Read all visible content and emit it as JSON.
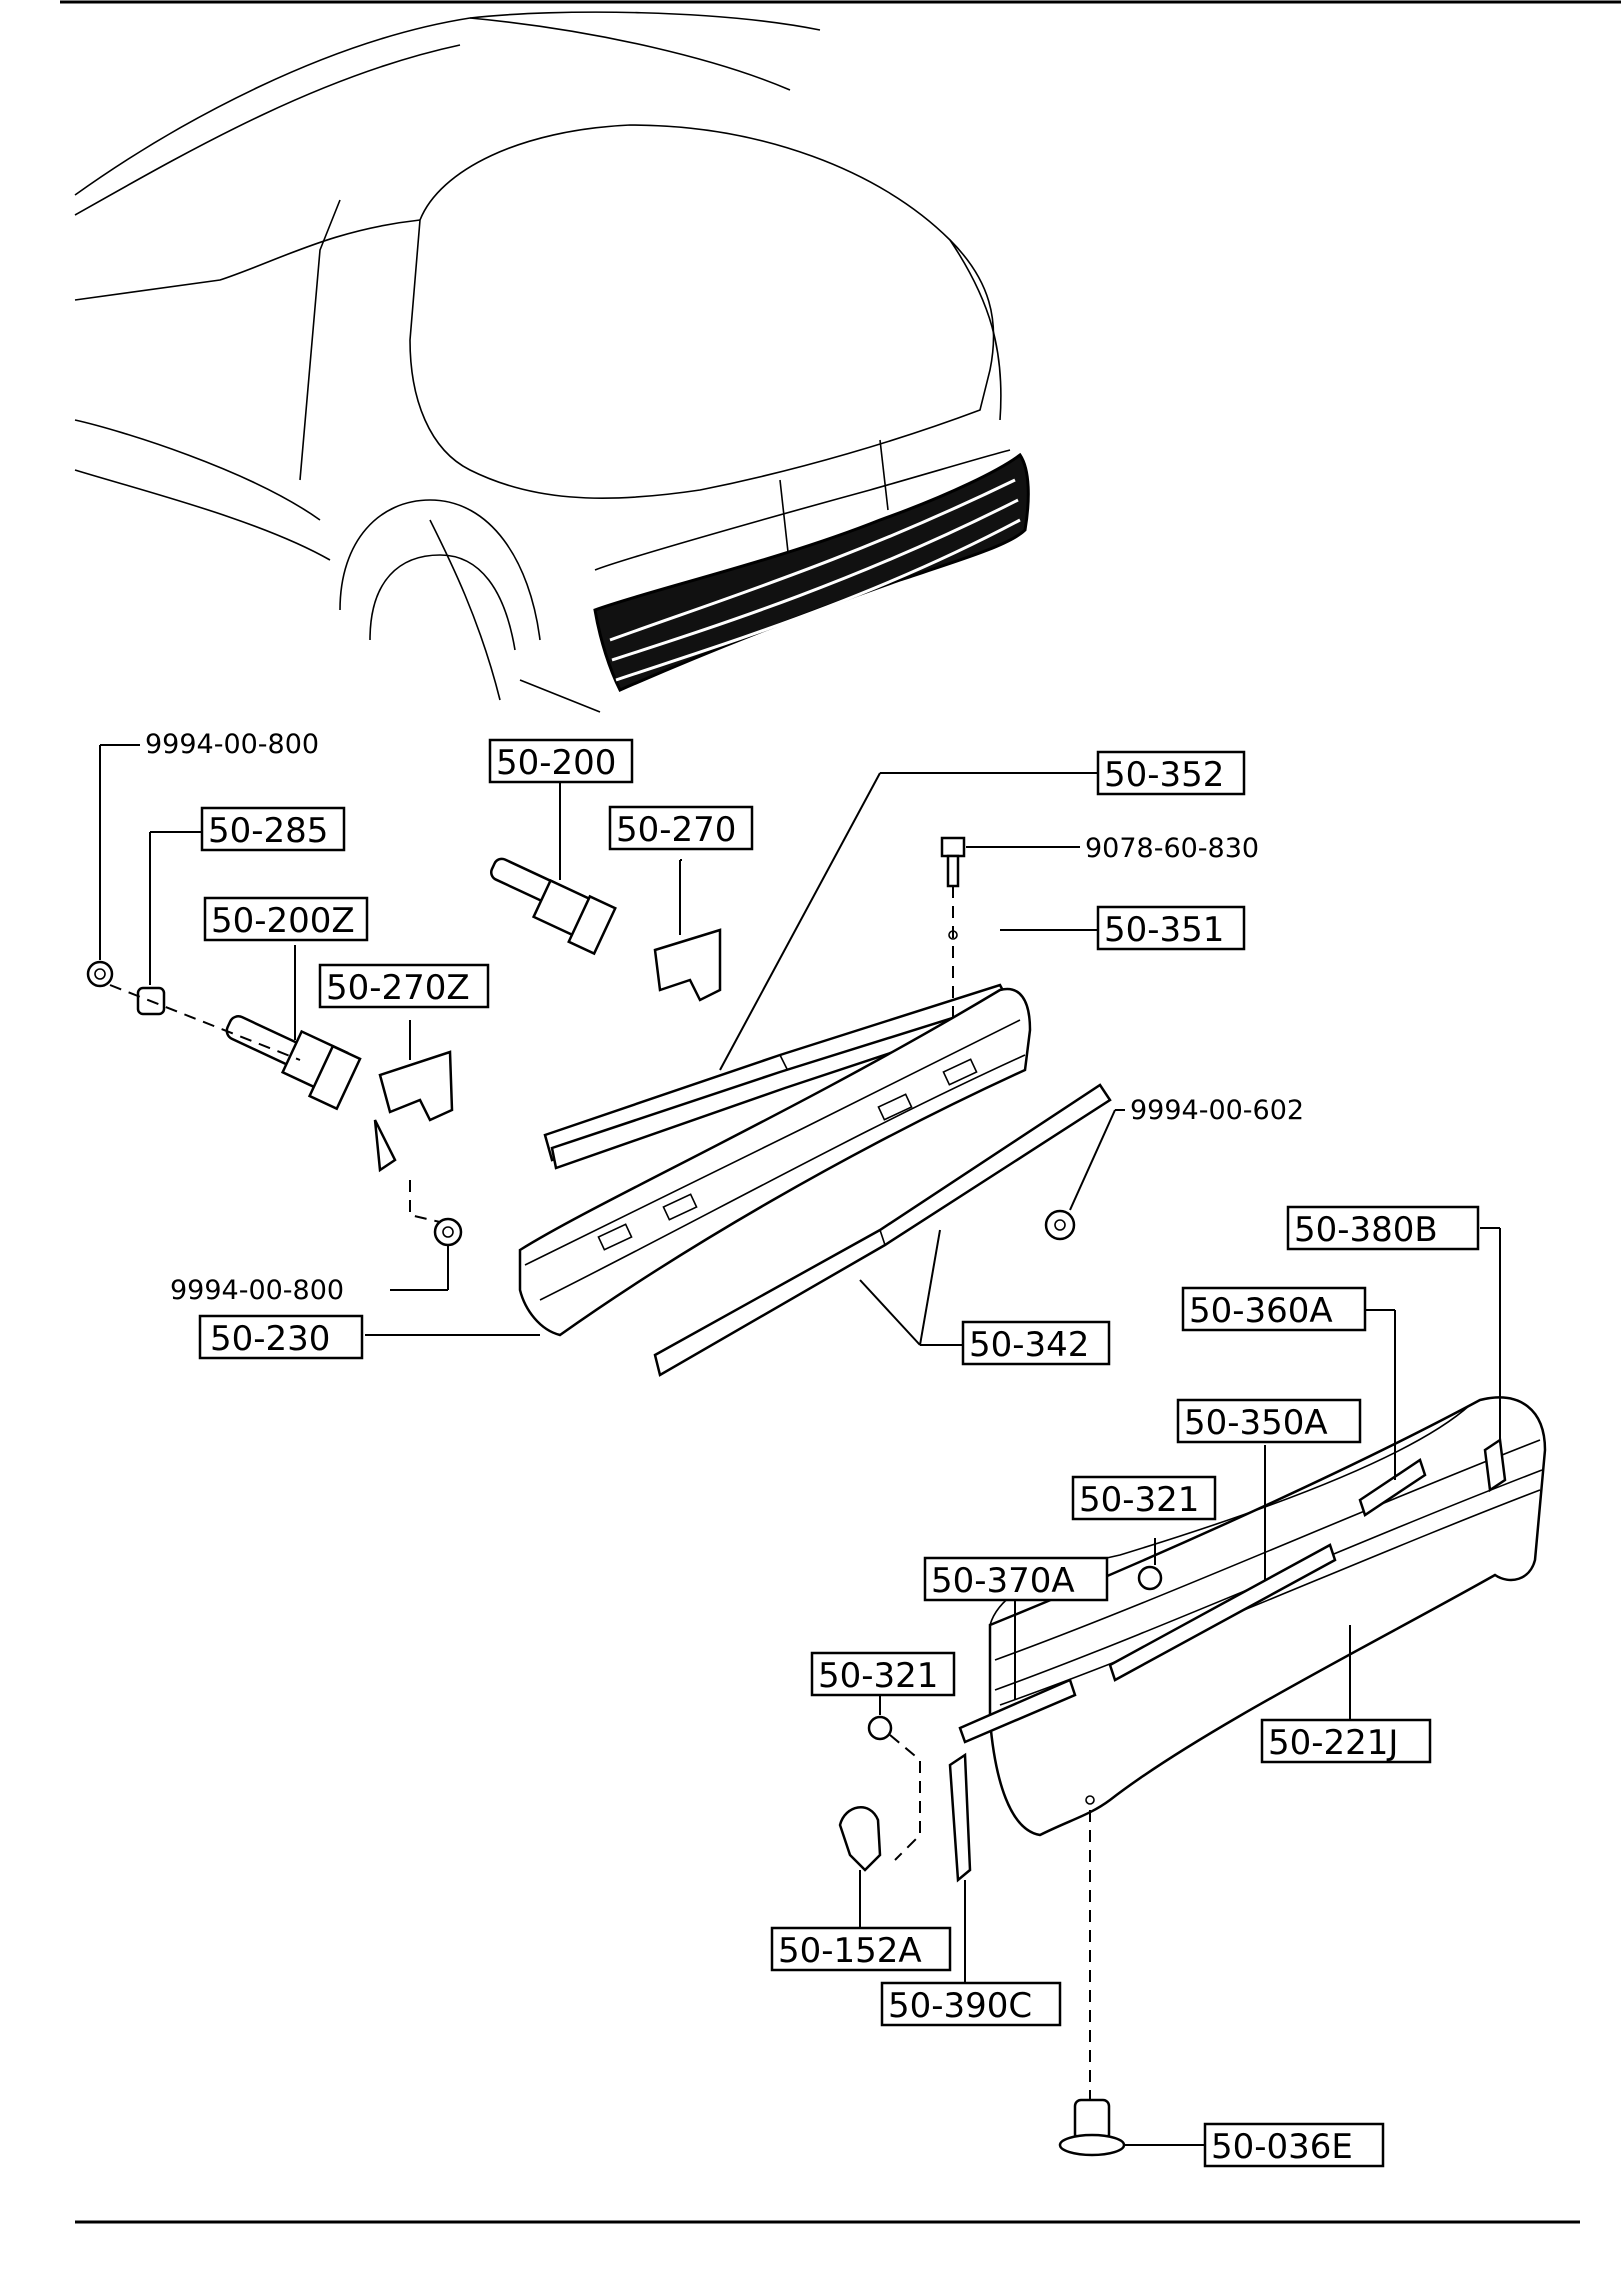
{
  "labels": {
    "p_9994_00_800_top": "9994-00-800",
    "p_50_285": "50-285",
    "p_50_200": "50-200",
    "p_50_270": "50-270",
    "p_50_200z": "50-200Z",
    "p_50_270z": "50-270Z",
    "p_50_352": "50-352",
    "p_9078_60_830": "9078-60-830",
    "p_50_351": "50-351",
    "p_9994_00_602": "9994-00-602",
    "p_9994_00_800_bottom": "9994-00-800",
    "p_50_230": "50-230",
    "p_50_342": "50-342",
    "p_50_380b": "50-380B",
    "p_50_360a": "50-360A",
    "p_50_350a": "50-350A",
    "p_50_321_upper": "50-321",
    "p_50_370a": "50-370A",
    "p_50_321_lower": "50-321",
    "p_50_221j": "50-221J",
    "p_50_152a": "50-152A",
    "p_50_390c": "50-390C",
    "p_50_036e": "50-036E"
  }
}
